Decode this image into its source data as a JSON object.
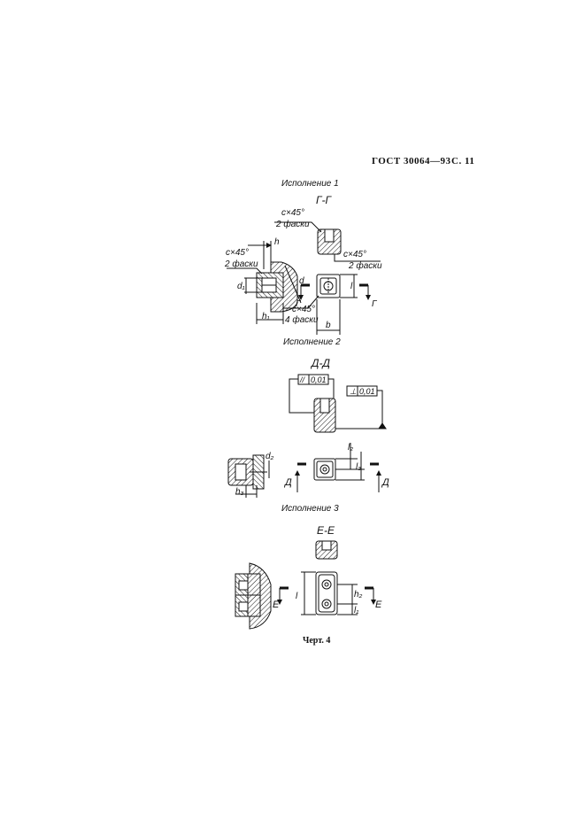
{
  "header": {
    "standard": "ГОСТ 30064—93",
    "page": "С. 11"
  },
  "variants": [
    {
      "caption": "Исполнение 1",
      "section": "Г-Г",
      "labels": {
        "chamfer_top": "c×45°",
        "chamfer_top_count": "2 фаски",
        "chamfer_left": "c×45°",
        "chamfer_left_count": "2 фаски",
        "chamfer_right": "c×45°",
        "chamfer_right_count": "2 фаски",
        "chamfer_bottom": "c×45°",
        "chamfer_bottom_count": "4 фаски",
        "h": "h",
        "h1": "h₁",
        "d": "d",
        "d1": "d₁",
        "l": "l",
        "b": "b",
        "arrow_left": "Г",
        "arrow_right": "Г"
      }
    },
    {
      "caption": "Исполнение 2",
      "section": "Д-Д",
      "labels": {
        "parallelism_symbol": "//",
        "parallelism_value": "0,01",
        "perpendicularity_symbol": "⊥",
        "perpendicularity_value": "0,01",
        "d2": "d₂",
        "h3": "h₃",
        "l2": "l₂",
        "l3": "l₃",
        "arrow_left": "Д",
        "arrow_right": "Д"
      }
    },
    {
      "caption": "Исполнение 3",
      "section": "Е-Е",
      "labels": {
        "l": "l",
        "l1": "l₁",
        "h2": "h₂",
        "arrow_left": "Е",
        "arrow_right": "Е"
      }
    }
  ],
  "figure_caption": "Черт. 4"
}
